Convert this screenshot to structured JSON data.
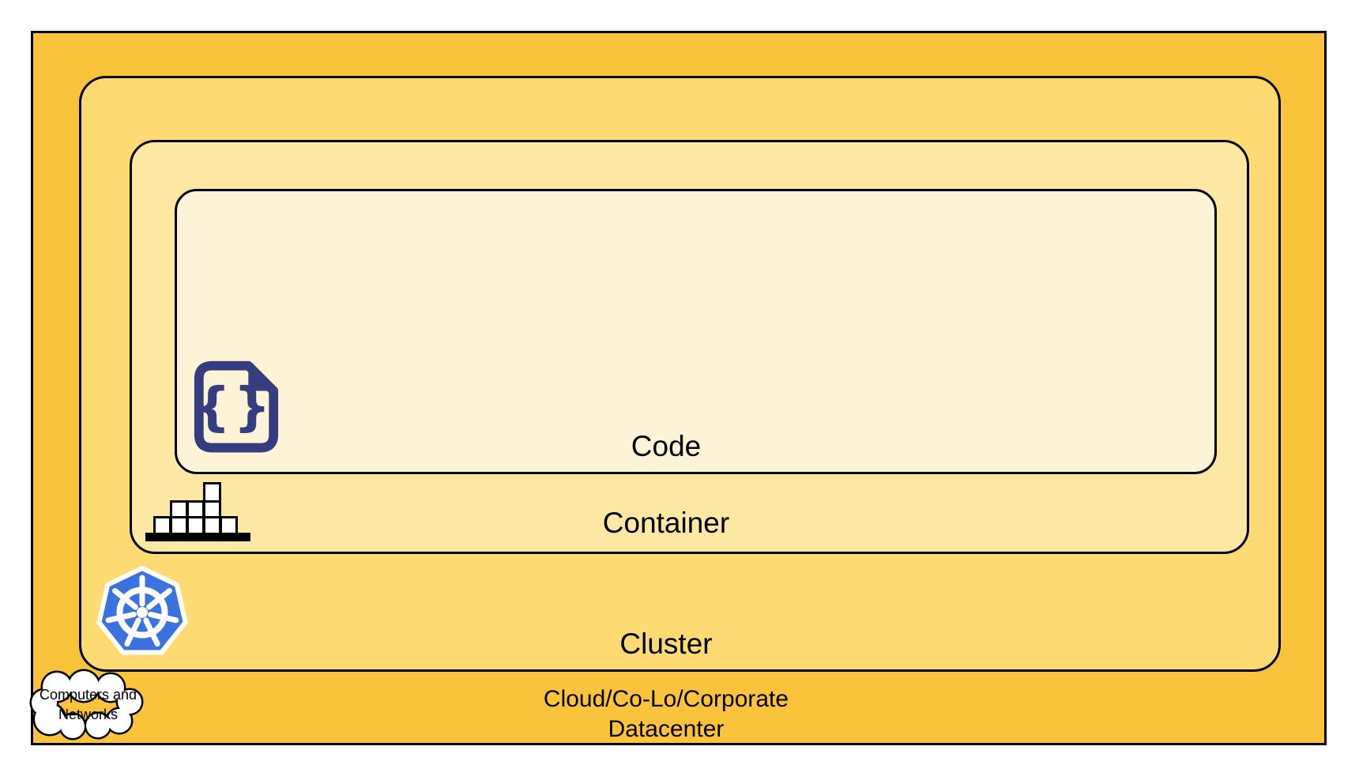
{
  "layers": {
    "datacenter": {
      "label_line1": "Cloud/Co-Lo/Corporate",
      "label_line2": "Datacenter",
      "fill": "#F9C43C"
    },
    "cluster": {
      "label": "Cluster",
      "fill": "#FDDB72"
    },
    "container": {
      "label": "Container",
      "fill": "#FCE8A2"
    },
    "code": {
      "label": "Code",
      "fill": "#FDF4D8"
    }
  },
  "cloud_callout": {
    "line1": "Computers and",
    "line2": "Networks",
    "fill": "#FFFFFF"
  },
  "icons": {
    "code_file": {
      "braces": "{}",
      "color": "#363D7F"
    },
    "container_stack": {
      "box_fill": "#FFFFFF",
      "color": "#000000"
    },
    "kubernetes": {
      "color": "#3B72E0",
      "wheel_color": "#FFFFFF"
    }
  },
  "colors": {
    "border": "#000000",
    "canvas": "#FFFFFF"
  }
}
